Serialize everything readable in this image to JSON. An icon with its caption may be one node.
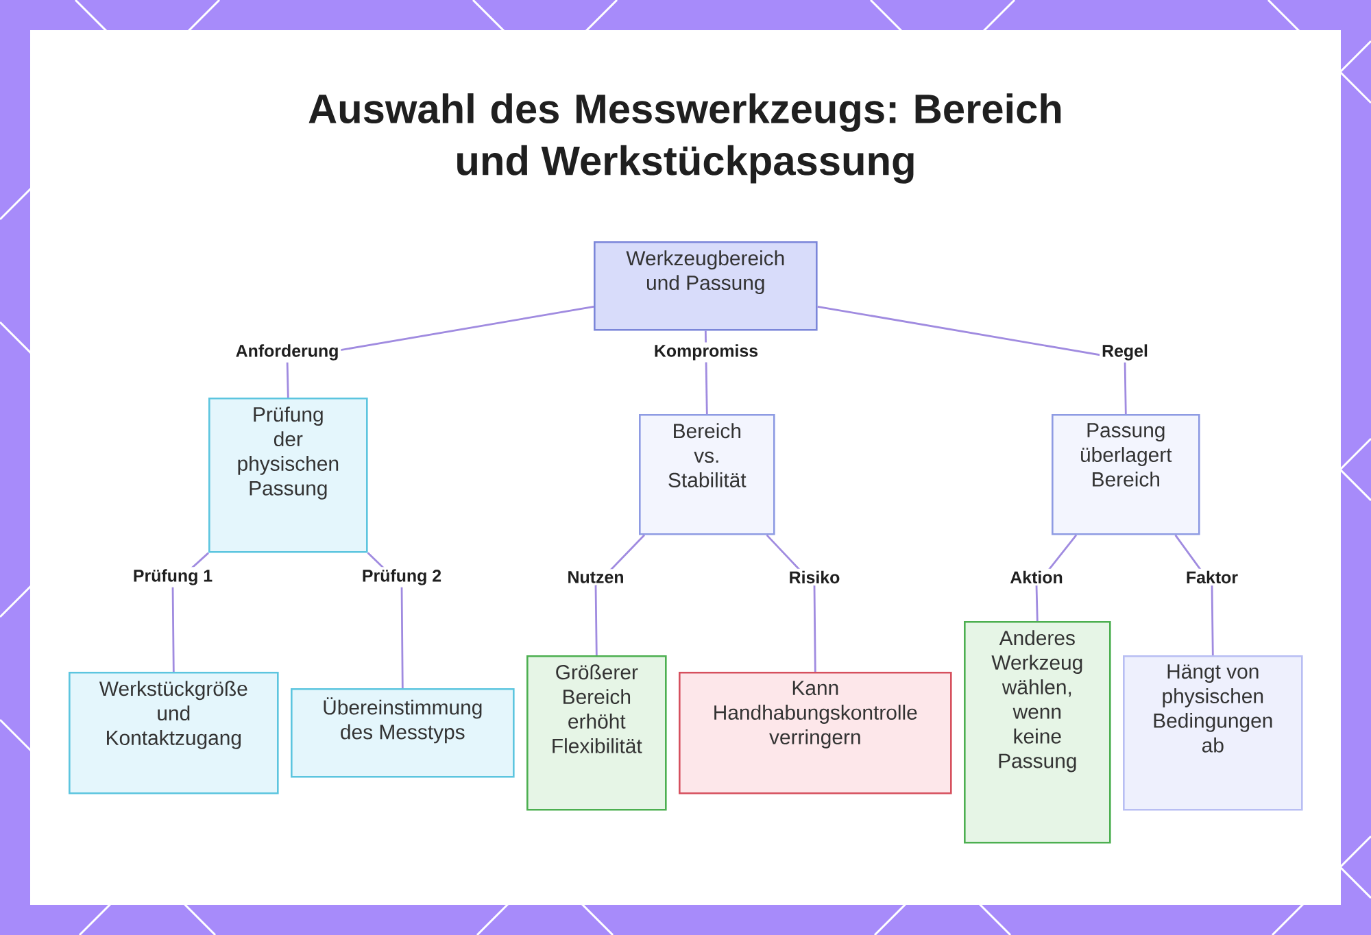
{
  "diagram": {
    "title": "Auswahl des Messwerkzeugs: Bereich und Werkstückpassung",
    "nodes": [
      {
        "text": [
          "Werkzeugbereich und Passung"
        ]
      },
      {
        "text": [
          "Prüfung der physischen Passung"
        ]
      },
      {
        "text": [
          "Bereich vs. Stabilität"
        ]
      },
      {
        "text": [
          "Passung überlagert Bereich"
        ]
      },
      {
        "text": [
          "Werkstückgröße und Kontaktzugang"
        ]
      },
      {
        "text": [
          "Übereinstimmung des Messtyps"
        ]
      },
      {
        "text": [
          "Größerer Bereich erhöht Flexibilität"
        ]
      },
      {
        "text": [
          "Kann Handhabungskontrolle verringern"
        ]
      },
      {
        "text": [
          "Anderes Werkzeug wählen, wenn keine Passung"
        ]
      },
      {
        "text": [
          "Hängt von physischen Bedingungen ab"
        ]
      }
    ],
    "edges": [
      {
        "from": 0,
        "to": 1,
        "arrow": "none",
        "label": "Anforderung"
      },
      {
        "from": 0,
        "to": 2,
        "arrow": "none",
        "label": "Kompromiss"
      },
      {
        "from": 0,
        "to": 3,
        "arrow": "none",
        "label": "Regel"
      },
      {
        "from": 1,
        "to": 4,
        "arrow": "none",
        "label": "Prüfung 1"
      },
      {
        "from": 1,
        "to": 5,
        "arrow": "none",
        "label": "Prüfung 2"
      },
      {
        "from": 2,
        "to": 6,
        "arrow": "none",
        "label": "Nutzen"
      },
      {
        "from": 2,
        "to": 7,
        "arrow": "none",
        "label": "Risiko"
      },
      {
        "from": 3,
        "to": 8,
        "arrow": "none",
        "label": "Aktion"
      },
      {
        "from": 3,
        "to": 9,
        "arrow": "none",
        "label": "Faktor"
      }
    ]
  }
}
